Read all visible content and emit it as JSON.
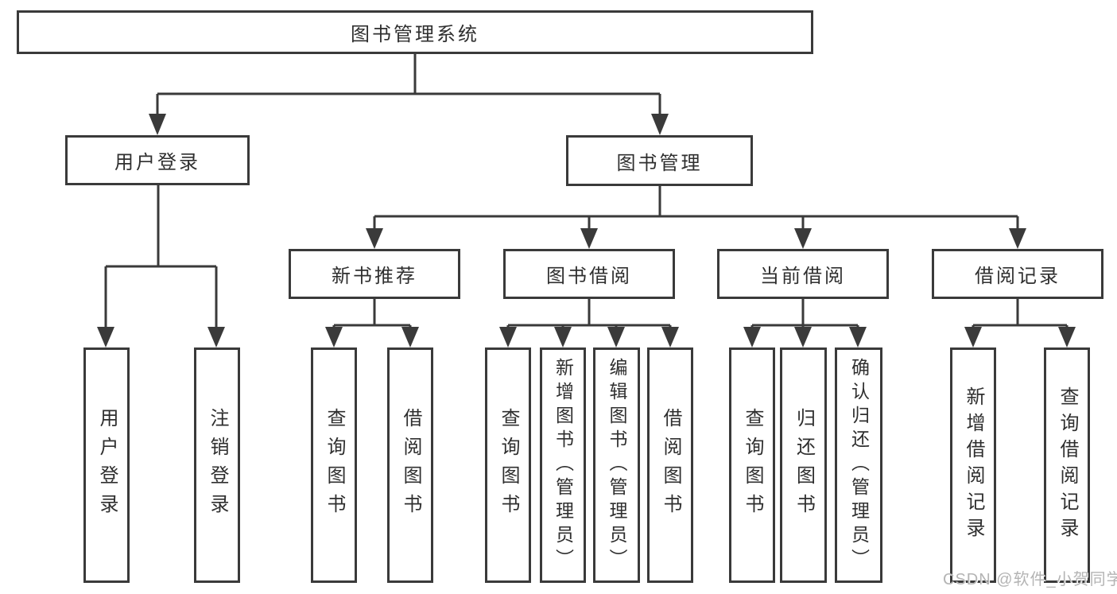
{
  "nodes": {
    "root": "图书管理系统",
    "user_login": "用户登录",
    "book_management": "图书管理",
    "new_book_recommend": "新书推荐",
    "book_borrow": "图书借阅",
    "current_borrow": "当前借阅",
    "borrow_records": "借阅记录"
  },
  "leaves": {
    "user_login": [
      "用户登录",
      "注销登录"
    ],
    "new_book_recommend": [
      "查询图书",
      "借阅图书"
    ],
    "book_borrow": [
      "查询图书",
      "新增图书（管理员）",
      "编辑图书（管理员）",
      "借阅图书"
    ],
    "current_borrow": [
      "查询图书",
      "归还图书",
      "确认归还（管理员）"
    ],
    "borrow_records": [
      "新增借阅记录",
      "查询借阅记录"
    ]
  },
  "watermark": "CSDN @软件_小贺同学",
  "colors": {
    "line": "#3a3a3a",
    "text": "#2f2f2f",
    "watermark": "#b4b4b4",
    "background": "#ffffff"
  }
}
